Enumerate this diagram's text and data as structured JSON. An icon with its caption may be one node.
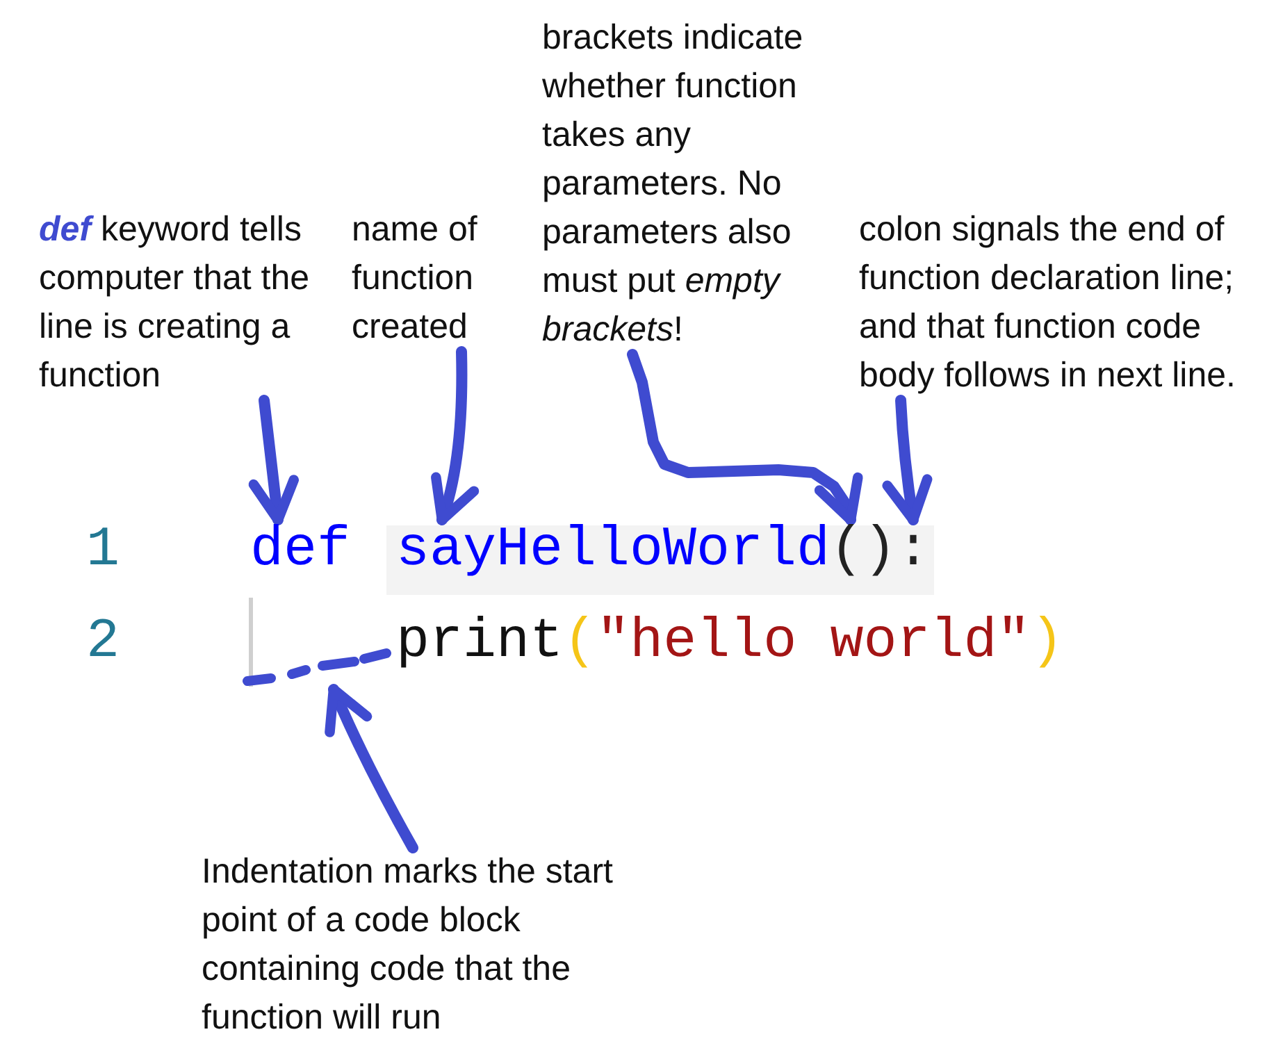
{
  "diagram": {
    "nodes": [
      {
        "text": [
          "**def** keyword tells computer that the line is creating a function"
        ]
      },
      {
        "text": [
          "name of function created"
        ]
      },
      {
        "text": [
          "brackets indicate whether function takes any parameters. No parameters also must put *empty brackets*!"
        ]
      },
      {
        "text": [
          "colon signals the end of function declaration line; and that function code body follows in next line."
        ]
      },
      {
        "text": [
          "def"
        ]
      },
      {
        "text": [
          "sayHelloWorld"
        ]
      },
      {
        "text": [
          "()"
        ]
      },
      {
        "text": [
          ":"
        ]
      },
      {
        "text": [],
        "shape": "line"
      },
      {
        "text": [
          "Indentation marks the start point of a code block containing code that the function will run"
        ]
      }
    ],
    "edges": [
      {
        "from": 0,
        "to": 4,
        "arrow": "to"
      },
      {
        "from": 1,
        "to": 5,
        "arrow": "to"
      },
      {
        "from": 2,
        "to": 6,
        "arrow": "to"
      },
      {
        "from": 3,
        "to": 7,
        "arrow": "to"
      },
      {
        "from": 9,
        "to": 8,
        "arrow": "to"
      }
    ],
    "labels": [
      "1",
      "2",
      "print(\"hello world\")"
    ]
  }
}
